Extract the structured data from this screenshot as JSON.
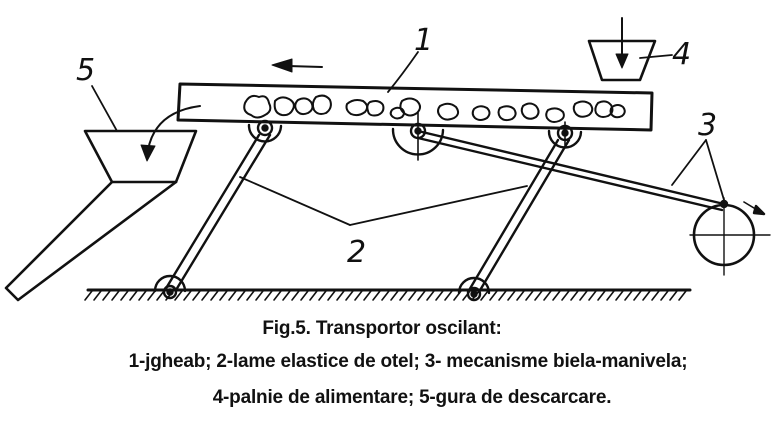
{
  "figure": {
    "title": "Fig.5. Transportor oscilant:",
    "legend_line1": "1-jgheab; 2-lame elastice de otel; 3- mecanisme biela-manivela;",
    "legend_line2": "4-palnie de alimentare; 5-gura de descarcare."
  },
  "labels": {
    "l1": "1",
    "l2": "2",
    "l3": "3",
    "l4": "4",
    "l5": "5"
  },
  "colors": {
    "ink": "#111111",
    "paper": "#ffffff"
  }
}
